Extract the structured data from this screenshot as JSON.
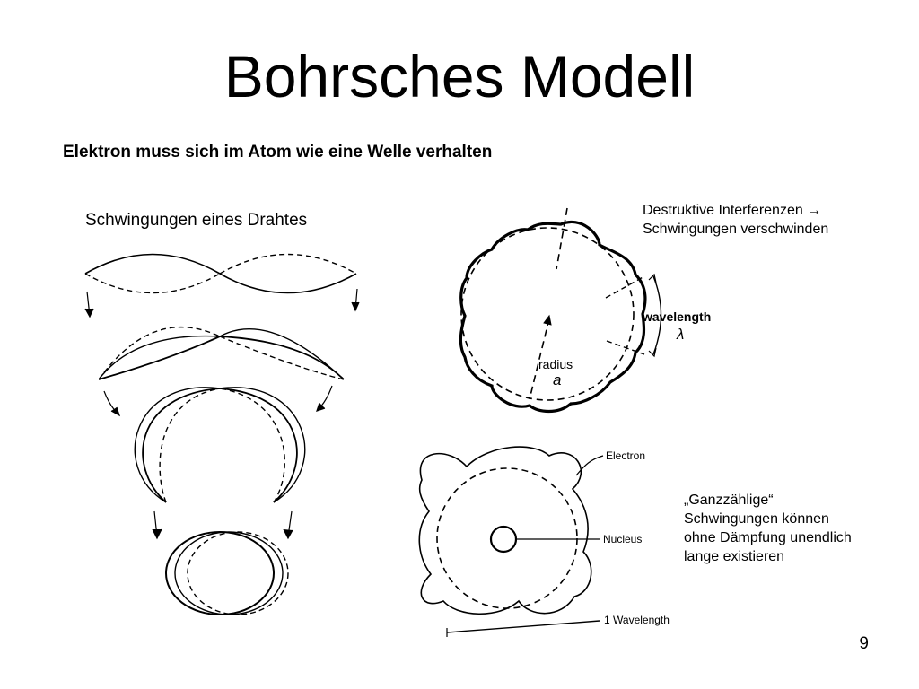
{
  "slide": {
    "title": "Bohrsches Modell",
    "subtitle": "Elektron muss sich im Atom wie eine Welle verhalten",
    "wire_heading": "Schwingungen eines Drahtes",
    "interference_note_line1": "Destruktive Interferenzen →",
    "interference_note_line2": "Schwingungen verschwinden",
    "integer_note_line1": "„Ganzzählige“",
    "integer_note_line2": "Schwingungen können",
    "integer_note_line3": "ohne Dämpfung unendlich",
    "integer_note_line4": "lange existieren",
    "page_number": "9"
  },
  "figure_wave": {
    "label_wavelength": "wavelength",
    "label_lambda": "λ",
    "label_radius": "radius",
    "label_a": "a"
  },
  "figure_orbit": {
    "label_electron": "Electron",
    "label_nucleus": "Nucleus",
    "label_one_wavelength": "1 Wavelength"
  }
}
